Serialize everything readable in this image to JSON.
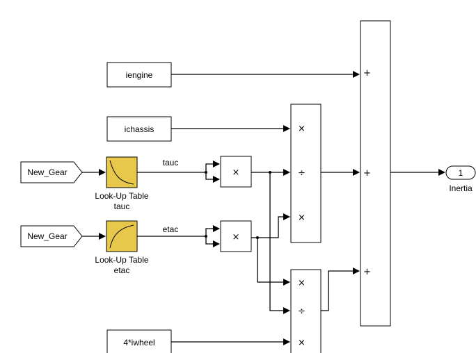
{
  "blocks": {
    "iengine": "iengine",
    "ichassis": "ichassis",
    "iwheel": "4*iwheel",
    "from_gear_1": "New_Gear",
    "from_gear_2": "New_Gear",
    "lut_tauc_line1": "Look-Up Table",
    "lut_tauc_line2": "tauc",
    "lut_etac_line1": "Look-Up Table",
    "lut_etac_line2": "etac",
    "outport_number": "1",
    "outport_label": "Inertia"
  },
  "signals": {
    "tauc": "tauc",
    "etac": "etac"
  },
  "ops": {
    "mul": "×",
    "div": "÷",
    "plus": "+"
  },
  "colors": {
    "lut_fill": "#e8c84a",
    "line": "#000000",
    "background": "#ffffff"
  }
}
